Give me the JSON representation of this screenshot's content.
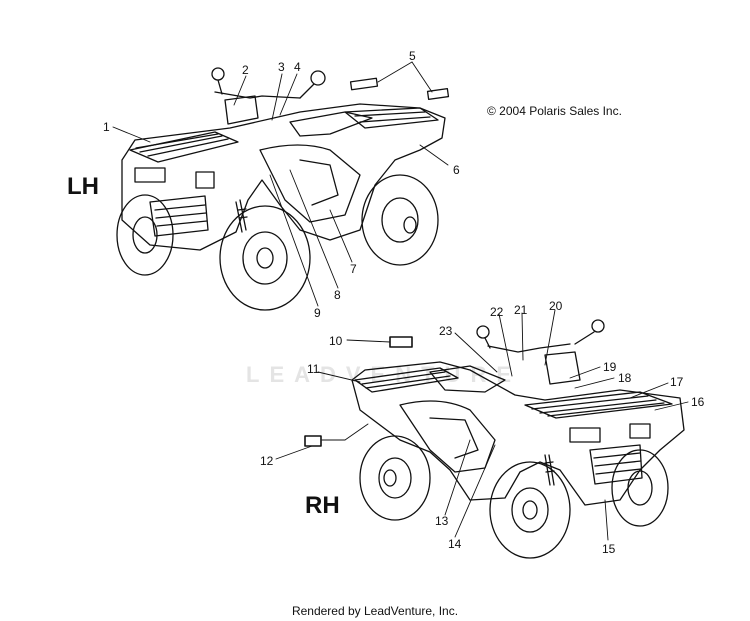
{
  "copyright": "© 2004 Polaris Sales Inc.",
  "footer": "Rendered by LeadVenture, Inc.",
  "watermark": "LEADVENTURE",
  "views": {
    "left": {
      "label": "LH"
    },
    "right": {
      "label": "RH"
    }
  },
  "callouts": [
    "1",
    "2",
    "3",
    "4",
    "5",
    "6",
    "7",
    "8",
    "9",
    "10",
    "11",
    "12",
    "13",
    "14",
    "15",
    "16",
    "17",
    "18",
    "19",
    "20",
    "21",
    "22",
    "23"
  ],
  "colors": {
    "line": "#111111",
    "watermark": "#e4e4e4",
    "background": "#ffffff"
  }
}
